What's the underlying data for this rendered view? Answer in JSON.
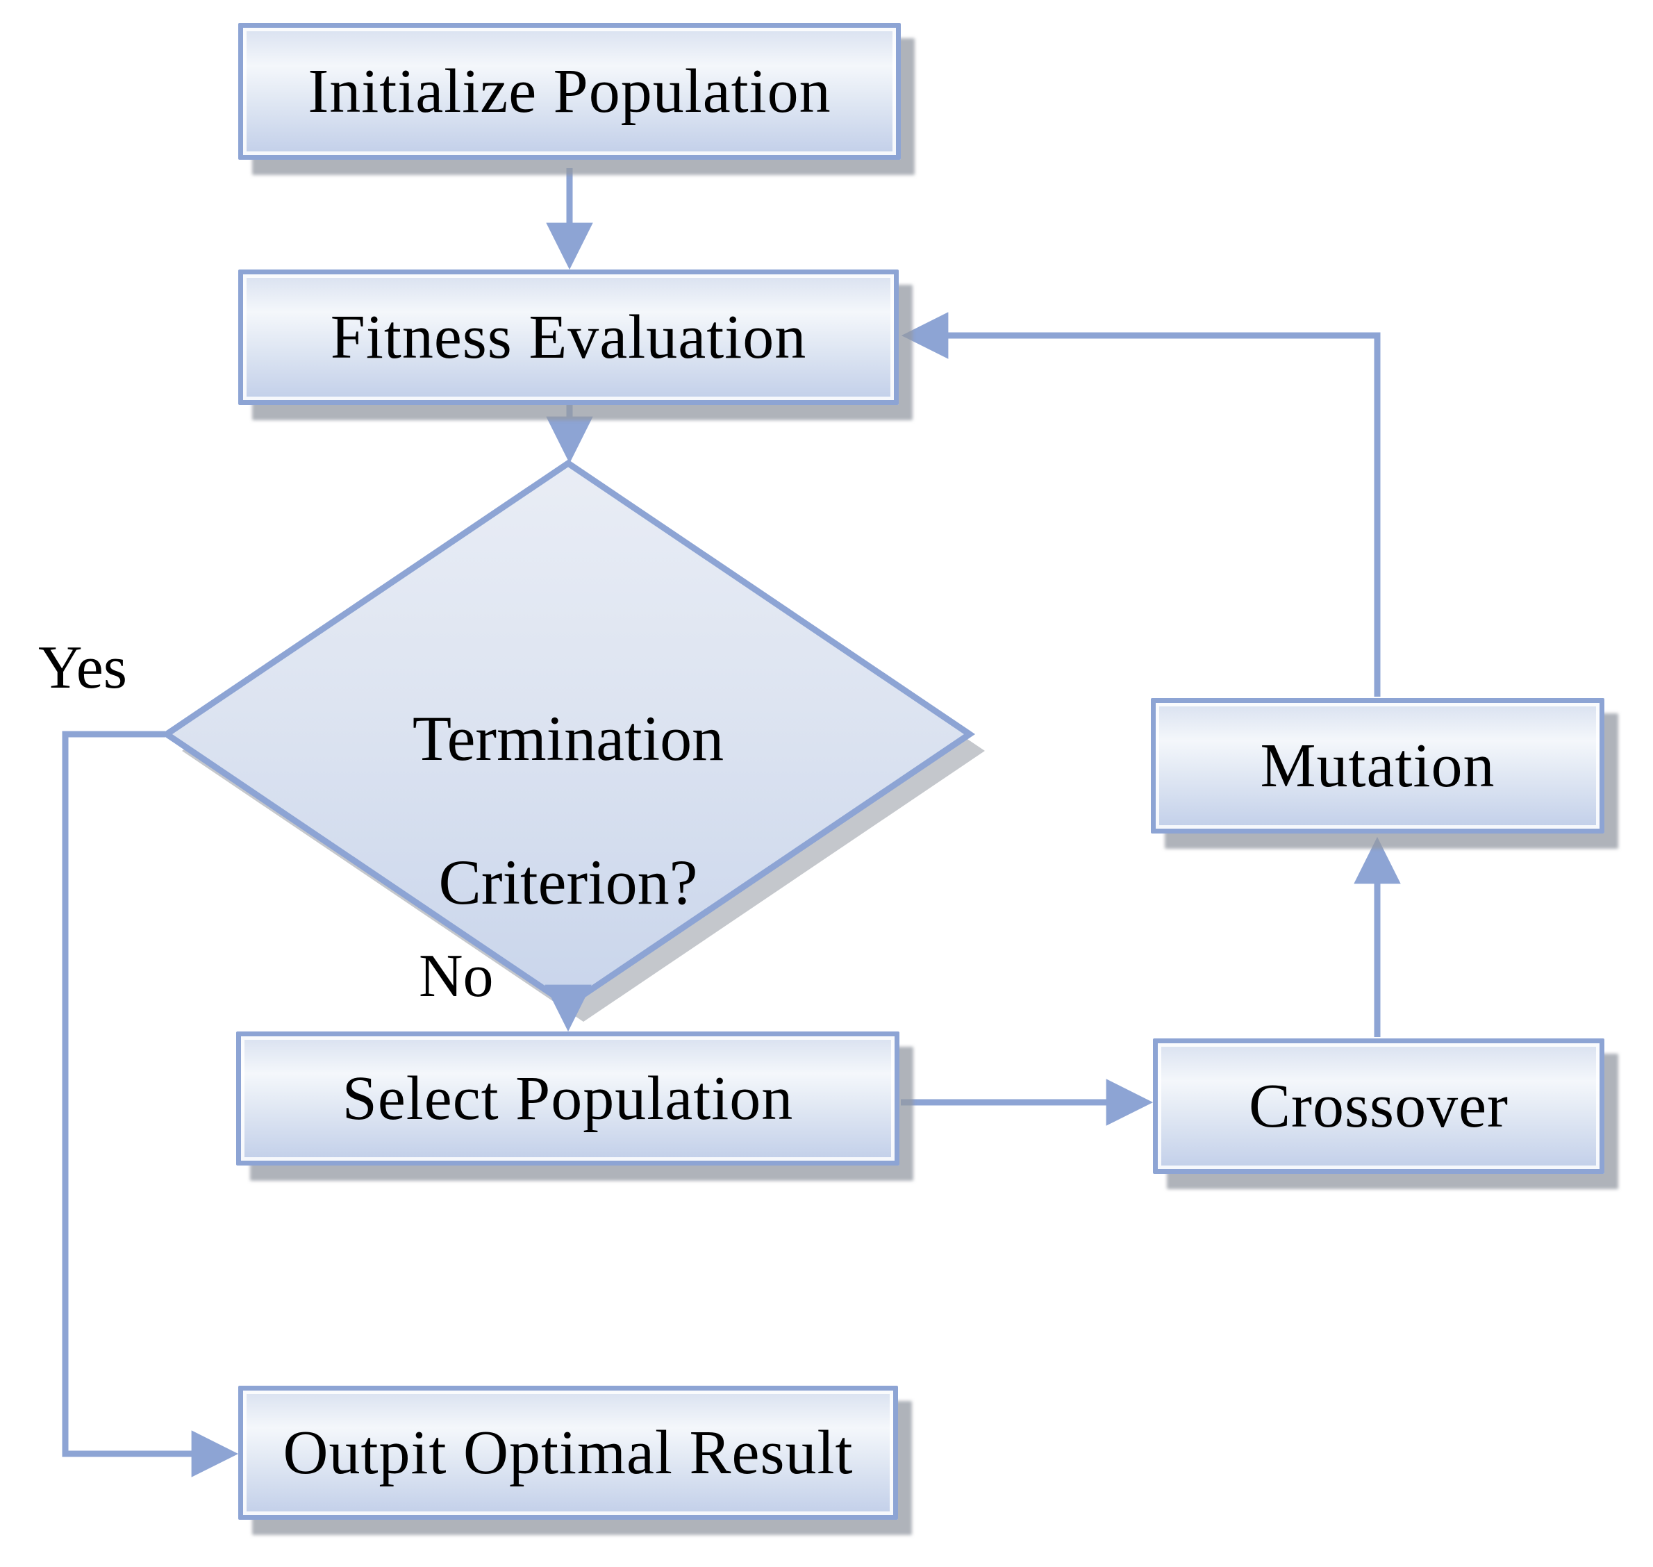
{
  "nodes": {
    "initialize": {
      "label": "Initialize Population"
    },
    "fitness": {
      "label": "Fitness Evaluation"
    },
    "decision": {
      "line1": "Termination",
      "line2": "Criterion?"
    },
    "select": {
      "label": "Select Population"
    },
    "crossover": {
      "label": "Crossover"
    },
    "mutation": {
      "label": "Mutation"
    },
    "output": {
      "label": "Outpit Optimal Result"
    }
  },
  "edges": {
    "yes_label": "Yes",
    "no_label": "No"
  },
  "colors": {
    "node_border": "#8da4d4",
    "connector": "#8da4d4",
    "fill_top": "#d9e1f0",
    "fill_light": "#f4f7fb",
    "fill_bottom": "#c2cfe9",
    "diamond_fill_top": "#e9edf5",
    "diamond_fill_bottom": "#c9d5eb",
    "shadow": "#9499a3",
    "text": "#000000",
    "background": "#ffffff"
  }
}
